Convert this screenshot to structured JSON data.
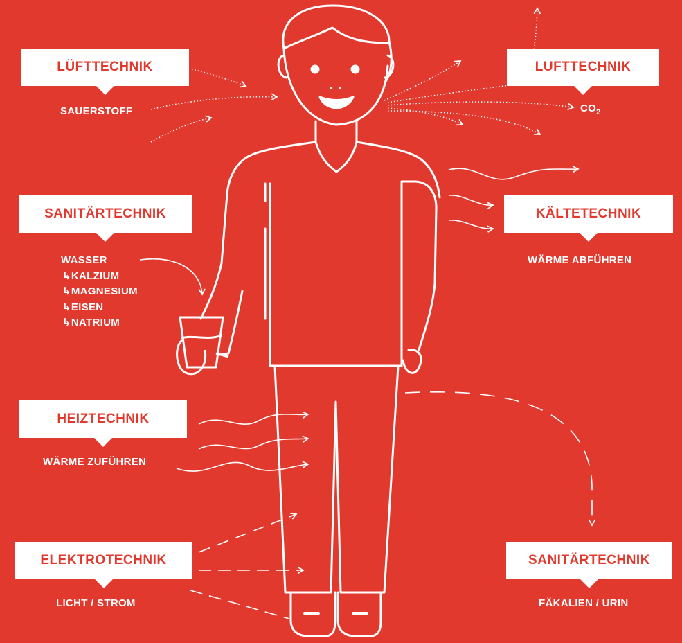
{
  "colors": {
    "background": "#e2392e",
    "foreground": "#ffffff",
    "label_box_text": "#e2392e"
  },
  "boxes": {
    "air_in": "LÜFTTECHNIK",
    "air_out": "LUFTTECHNIK",
    "sanitary_in": "SANITÄRTECHNIK",
    "cooling": "KÄLTETECHNIK",
    "heating": "HEIZTECHNIK",
    "electrical": "ELEKTROTECHNIK",
    "sanitary_out": "SANITÄRTECHNIK"
  },
  "labels": {
    "oxygen": "SAUERSTOFF",
    "co2_main": "CO",
    "co2_sub": "2",
    "water": "WASSER",
    "minerals": [
      "KALZIUM",
      "MAGNESIUM",
      "EISEN",
      "NATRIUM"
    ],
    "mineral_arrow": "↳",
    "heat_out": "WÄRME ABFÜHREN",
    "heat_in": "WÄRME ZUFÜHREN",
    "light_power": "LICHT / STROM",
    "waste": "FÄKALIEN / URIN"
  },
  "icons": [
    "person-figure",
    "water-glass-icon",
    "arrow-icon",
    "wave-arrow-icon",
    "dashed-arrow-icon"
  ]
}
